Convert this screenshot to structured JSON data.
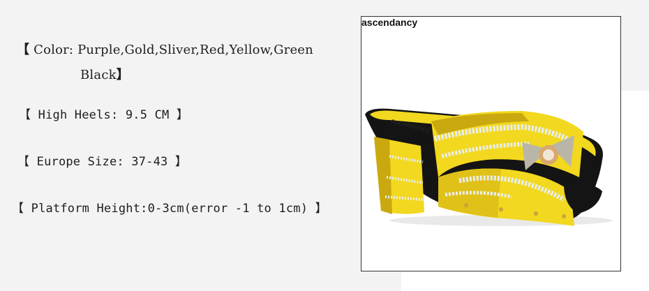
{
  "specs": {
    "color_open": "【",
    "color_text": " Color: Purple,Gold,Sliver,Red,Yellow,Green",
    "color_cont": "Black",
    "color_close": "】",
    "heels_text": "【 High Heels: 9.5 CM 】",
    "europe_text": "【 Europe Size: 37-43 】",
    "platform_text": "【 Platform Height:0-3cm(error -1 to 1cm) 】"
  },
  "product_image": {
    "brand": "ascendancy",
    "sole_brand": "ascendancy",
    "colors": {
      "upper": "#f2d81f",
      "upper_shadow": "#c9a90f",
      "sole": "#141414",
      "rhinestone": "#e8eef0",
      "bow": "#b9b6a8"
    }
  }
}
